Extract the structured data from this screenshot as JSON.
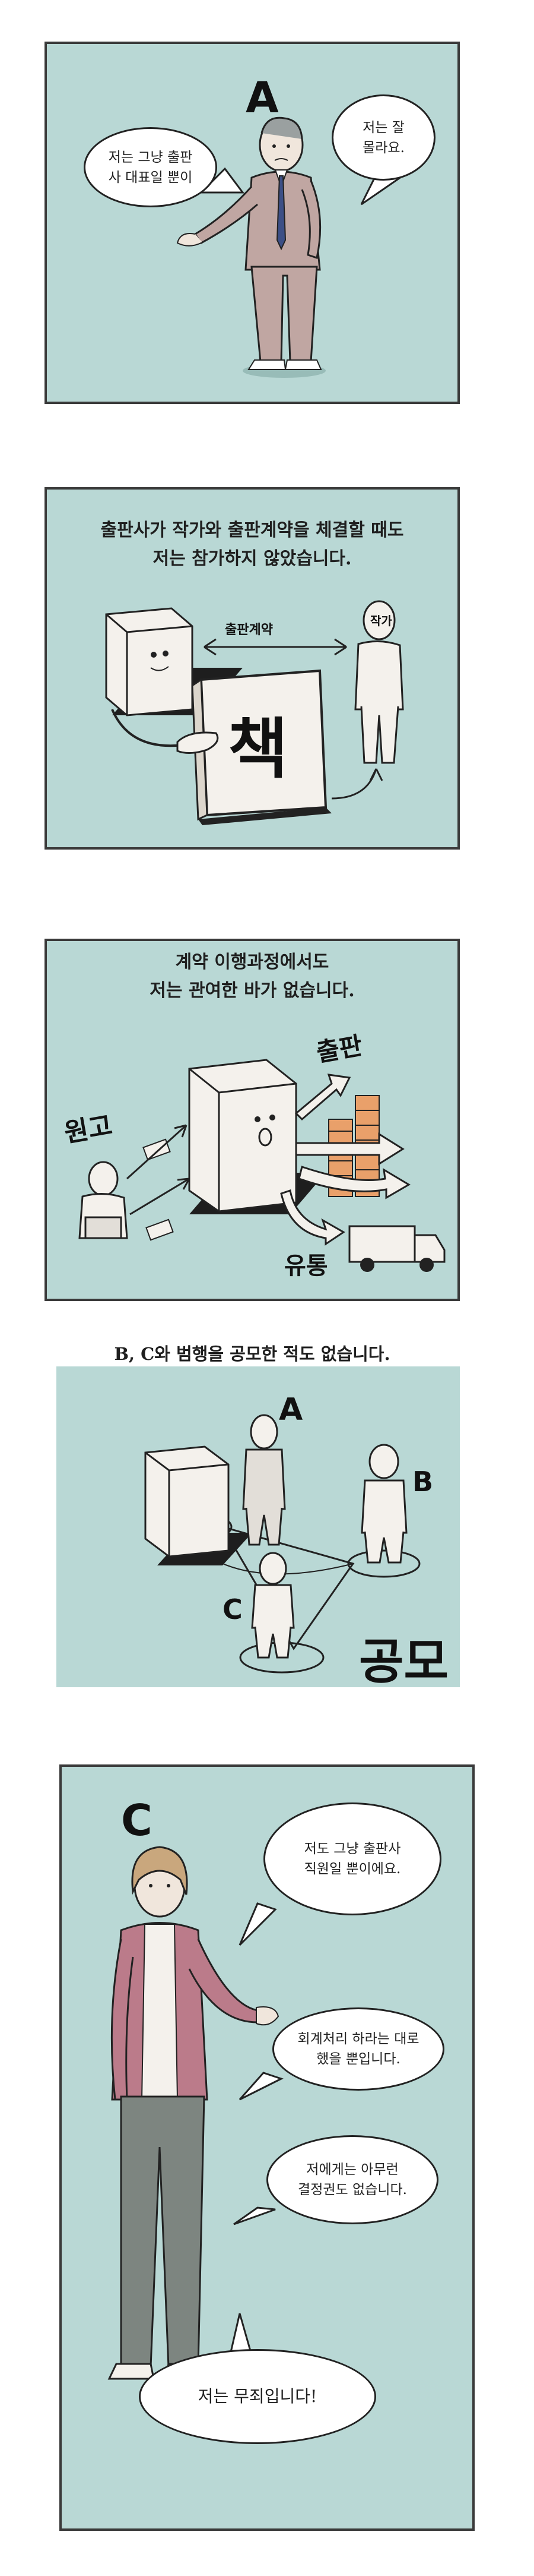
{
  "panel1": {
    "label": "A",
    "bubble_left": [
      "저는 그냥 출판",
      "사 대표일 뿐이"
    ],
    "bubble_right": [
      "저는 잘",
      "몰라요."
    ]
  },
  "panel2": {
    "caption": [
      "출판사가 작가와 출판계약을 체결할 때도",
      "저는 참가하지 않았습니다."
    ],
    "contract_label": "출판계약",
    "author_label": "작가",
    "book_label": "책"
  },
  "panel3": {
    "caption": [
      "계약 이행과정에서도",
      "저는 관여한 바가 없습니다."
    ],
    "manuscript_label": "원고",
    "publish_label": "출판",
    "distribution_label": "유통"
  },
  "panel4": {
    "caption": "B, C와 범행을 공모한 적도 없습니다.",
    "label_a": "A",
    "label_b": "B",
    "label_c": "C",
    "conspiracy_label": "공모"
  },
  "panel5": {
    "label": "C",
    "bubble1": [
      "저도 그냥 출판사",
      "직원일 뿐이에요."
    ],
    "bubble2": [
      "회계처리 하라는 대로",
      "했을 뿐입니다."
    ],
    "bubble3": [
      "저에게는 아무런",
      "결정권도 없습니다."
    ],
    "bubble4": "저는 무죄입니다!"
  }
}
